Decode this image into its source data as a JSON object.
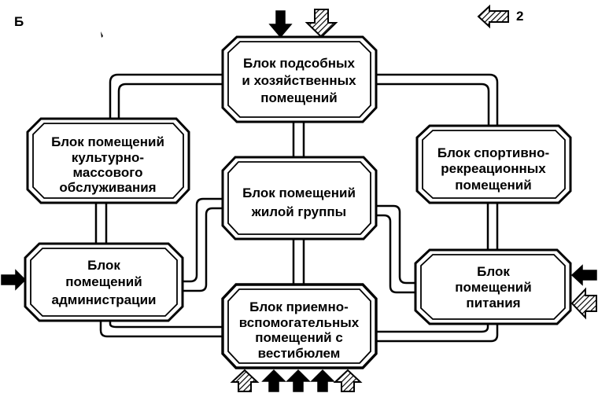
{
  "diagram": {
    "corner_letter": "Б",
    "legend_number": "2",
    "blocks": {
      "utility": [
        "Блок подсобных",
        "и хозяйственных",
        "помещений"
      ],
      "culture": [
        "Блок помещений",
        "культурно-",
        "массового",
        "обслуживания"
      ],
      "sports": [
        "Блок спортивно-",
        "рекреационных",
        "помещений"
      ],
      "living": [
        "Блок помещений",
        "жилой группы"
      ],
      "admin": [
        "Блок",
        "помещений",
        "администрации"
      ],
      "catering": [
        "Блок",
        "помещений",
        "питания"
      ],
      "reception": [
        "Блок приемно-",
        "вспомогательных",
        "помещений с",
        "вестибюлем"
      ]
    }
  }
}
